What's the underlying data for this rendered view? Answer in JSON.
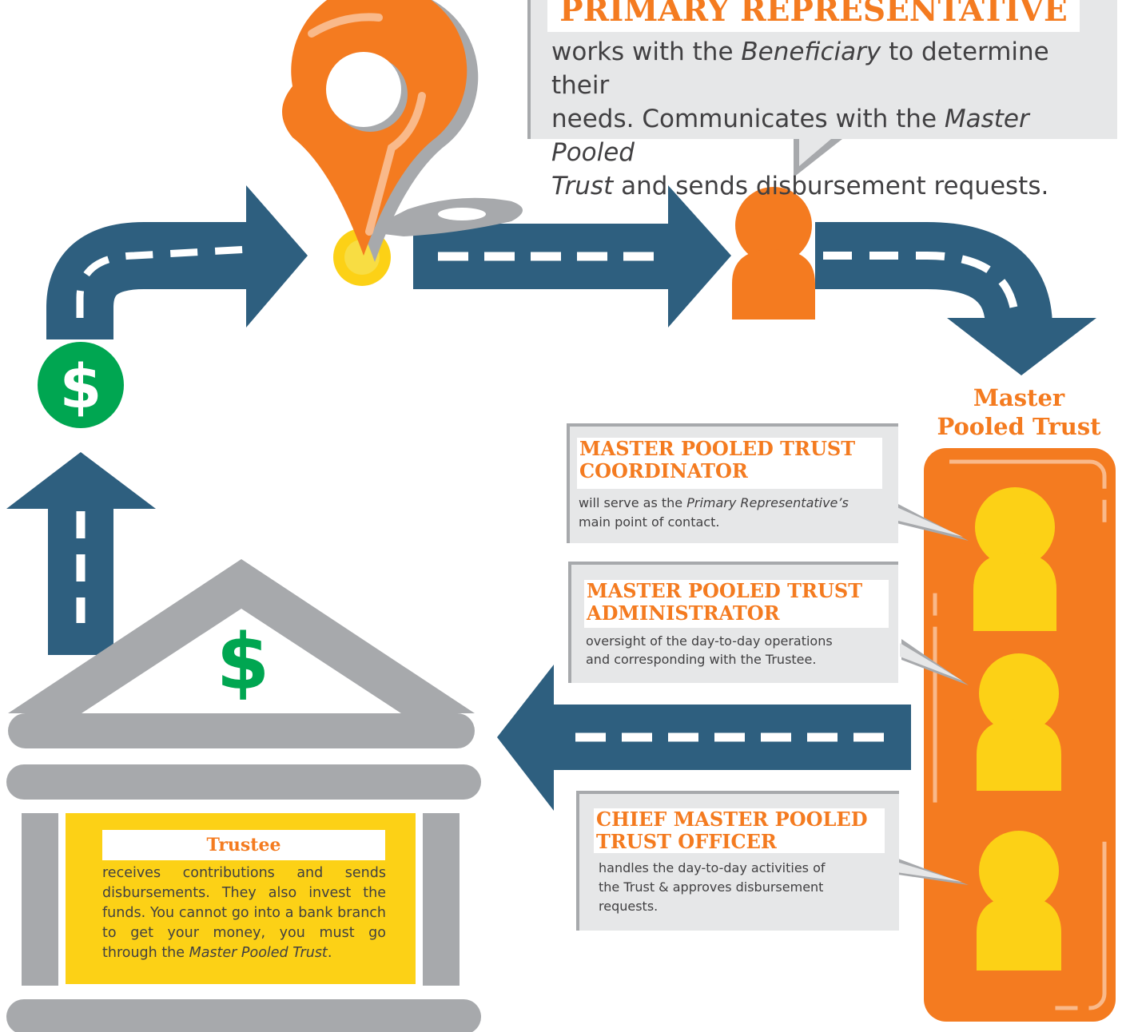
{
  "colors": {
    "road": "#2e5f7f",
    "orange": "#f47b20",
    "yellow": "#fcd116",
    "green": "#00a651",
    "gray": "#a7a9ac",
    "callout_bg": "#e6e7e8",
    "text": "#414042"
  },
  "icons": {
    "map_pin": "map-pin-icon",
    "person": "person-icon",
    "dollar": "dollar-icon",
    "bank": "bank-building-icon"
  },
  "primary_rep": {
    "title": "PRIMARY REPRESENTATIVE",
    "text_1": "works with the ",
    "beneficiary": "Beneficiary",
    "text_2": " to determine their",
    "text_3": "needs. Communicates with the ",
    "mpt": "Master Pooled",
    "trust": "Trust",
    "text_4": " and sends disbursement requests."
  },
  "master_pooled_trust": {
    "title_line1": "Master",
    "title_line2": "Pooled Trust"
  },
  "coordinator": {
    "title_line1": "MASTER POOLED TRUST",
    "title_line2": "COORDINATOR",
    "text_1": "will serve as the ",
    "primary_rep": "Primary Representative’s",
    "text_2": "main point of contact."
  },
  "administrator": {
    "title_line1": "MASTER POOLED TRUST",
    "title_line2": "ADMINISTRATOR",
    "text_1": "oversight of the day-to-day operations",
    "text_2": "and corresponding with the Trustee."
  },
  "chief_officer": {
    "title_line1": "CHIEF MASTER POOLED",
    "title_line2": "TRUST OFFICER",
    "text_1": "handles the day-to-day activities of",
    "text_2": "the Trust & approves disbursement",
    "text_3": "requests."
  },
  "trustee": {
    "title": "Trustee",
    "text": "receives contributions and sends disbursements. They also invest the funds. You cannot go into a bank branch to get your money, you must go through the ",
    "mpt": "Master Pooled Trust",
    "period": "."
  },
  "dollar_sign": "$"
}
